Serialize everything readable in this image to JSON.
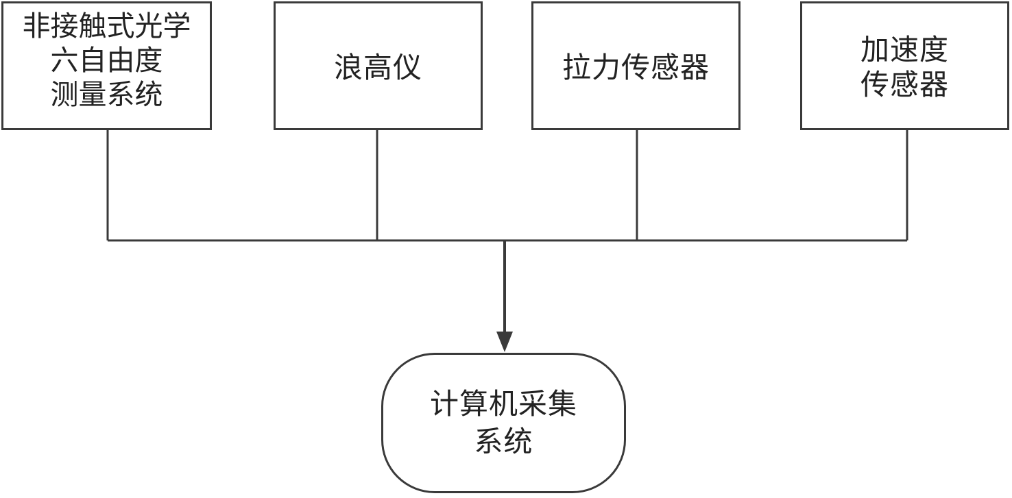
{
  "diagram": {
    "nodes": {
      "sixdof": {
        "label": "非接触式光学\n六自由度\n测量系统"
      },
      "wave": {
        "label": "浪高仪"
      },
      "force": {
        "label": "拉力传感器"
      },
      "accel": {
        "label": "加速度\n传感器"
      },
      "computer": {
        "label": "计算机采集\n系统"
      }
    },
    "edges": [
      {
        "from": "sixdof",
        "to": "computer"
      },
      {
        "from": "wave",
        "to": "computer"
      },
      {
        "from": "force",
        "to": "computer"
      },
      {
        "from": "accel",
        "to": "computer"
      }
    ],
    "colors": {
      "line": "#3a3a3a",
      "background": "#ffffff"
    }
  }
}
